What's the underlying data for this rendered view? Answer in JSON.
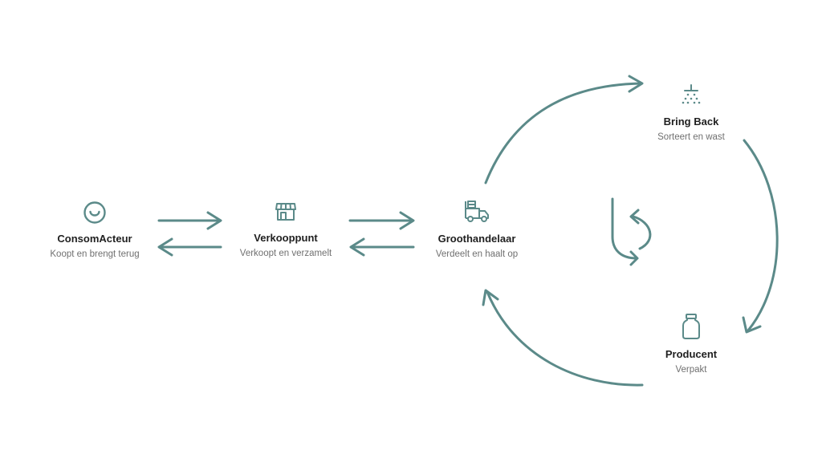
{
  "colors": {
    "accent": "#5b8a89",
    "title": "#1f1f1f",
    "subtitle": "#707070"
  },
  "nodes": {
    "consumer": {
      "title": "ConsomActeur",
      "subtitle": "Koopt en brengt terug",
      "icon": "smiley-icon"
    },
    "shop": {
      "title": "Verkooppunt",
      "subtitle": "Verkoopt en verzamelt",
      "icon": "storefront-icon"
    },
    "wholesaler": {
      "title": "Groothandelaar",
      "subtitle": "Verdeelt en haalt op",
      "icon": "delivery-truck-icon"
    },
    "bringback": {
      "title": "Bring Back",
      "subtitle": "Sorteert en wast",
      "icon": "shower-icon"
    },
    "producer": {
      "title": "Producent",
      "subtitle": "Verpakt",
      "icon": "jar-icon"
    }
  }
}
